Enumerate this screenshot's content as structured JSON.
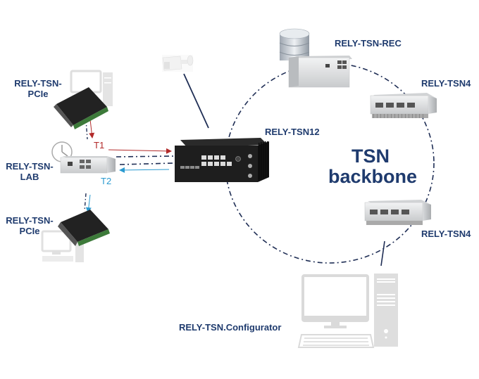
{
  "diagram": {
    "title": "TSN backbone",
    "title_lines": [
      "TSN",
      "backbone"
    ],
    "colors": {
      "label_text": "#1f3b6e",
      "backbone_ring": "#1f2e55",
      "t1_arrow": "#b22a2a",
      "t2_arrow": "#2a9ad0",
      "device_light": "#e2e4e6",
      "device_dark": "#1c1c1c"
    },
    "nodes": {
      "pcie_top": {
        "label_lines": [
          "RELY-TSN-",
          "PCIe"
        ],
        "icon": "pcie-card-with-desktop-icon"
      },
      "lab": {
        "label_lines": [
          "RELY-TSN-",
          "LAB"
        ],
        "icon": "tsn-lab-box-with-clock-icon"
      },
      "pcie_bottom": {
        "label_lines": [
          "RELY-TSN-",
          "PCIe"
        ],
        "icon": "pcie-card-with-desktop-icon"
      },
      "camera": {
        "label": "",
        "icon": "ip-camera-icon"
      },
      "tsn12": {
        "label": "RELY-TSN12",
        "icon": "tsn12-switch-icon"
      },
      "rec": {
        "label": "RELY-TSN-REC",
        "icon": "tsn-rec-with-database-icon"
      },
      "tsn4_top": {
        "label": "RELY-TSN4",
        "icon": "tsn4-switch-icon"
      },
      "tsn4_bottom": {
        "label": "RELY-TSN4",
        "icon": "tsn4-switch-icon"
      },
      "configurator": {
        "label": "RELY-TSN.Configurator",
        "icon": "desktop-computer-icon"
      }
    },
    "links": {
      "t1": "T1",
      "t2": "T2"
    }
  }
}
